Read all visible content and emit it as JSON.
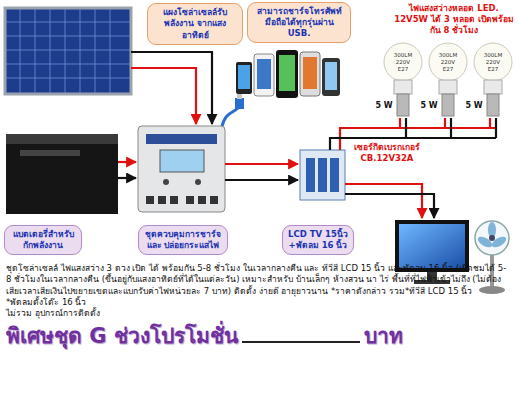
{
  "diagram": {
    "caption": "ชุดโซล่าเซลล์ ไฟแสงสว่าง 3 ดวง เปิด ได้ พร้อมกัน 5-8 ชั่วโมง ในเวลากลางคืน และ ทีวีสี LCD 15 นิ้ว และพัดลม 16 นิ้ว (เปิดชมได้ 5- 8 ชั่วโมงในเวลากลางคืน (ขึ้นอยู่กับแสงอาทิตย์ที่ได้ในแต่ละวัน) เหมาะสำหรับ บ้านเล็กๆ ห้างสวน นา ไร่ พื้นที่ที่ไฟฟ้าเข้าไม่ถึง (ไม่ต้องเสียเวลาเสียเงินไปขยายเขตและแบกรับค่าไฟหน่วยละ 7 บาท) ติดตั้ง ง่ายดี อายุยาวนาน *ราคาดังกล่าว รวม*ทีวีสี LCD 15 นิ้ว",
    "nodes": [
      {
        "text": [
          "แผงโซล่าเซลล์รับพลังงาน จากแสงอาทิตย์"
        ]
      },
      {
        "text": [
          "สามารถชาร์จโทรศัพท์ มือถือได้ทุกรุ่นผ่าน USB."
        ]
      },
      {
        "text": [
          "แบตเตอรี่สำหรับ กักพลังงาน"
        ]
      },
      {
        "text": [
          "ชุดควบคุมการชาร์จ และ ปล่อยกระแสไฟ"
        ]
      },
      {
        "text": [
          "LCD TV 15นิ้ว +พัดลม 16 นิ้ว"
        ]
      }
    ],
    "labels": [
      "ไฟแสงสว่างหลอด LED. 12V5W ได้ 3 หลอด เปิดพร้อมกัน 8 ชั่วโมง",
      "300LM 220V E27",
      "300LM 220V E27",
      "300LM 220V E27",
      "5 W",
      "5 W",
      "5 W",
      "เซอร์กิตเบรกเกอร์ CB.12V32A",
      "*พัดลมตั้งโต๊ะ 16 นิ้ว",
      "ไม่รวม อุปกรณ์การติดตั้ง",
      "พิเศษชุด G ช่วงโปรโมชั่น",
      "บาท"
    ]
  }
}
